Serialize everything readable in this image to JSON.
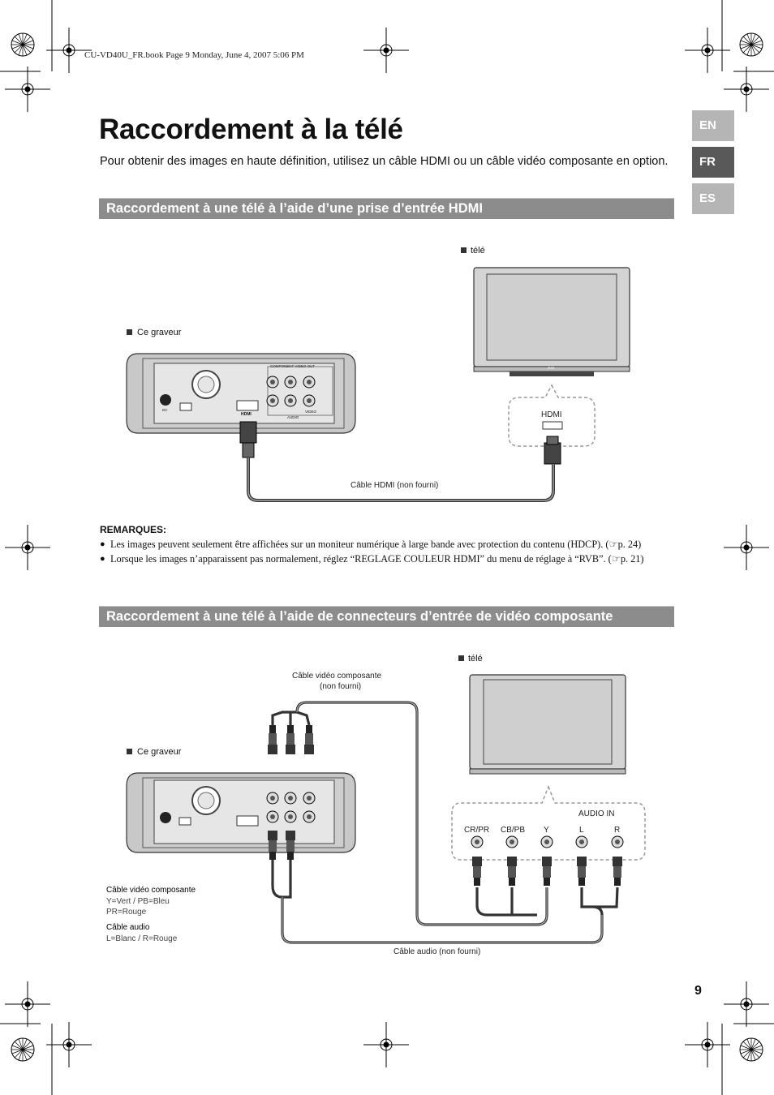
{
  "header": {
    "book_info": "CU-VD40U_FR.book  Page 9  Monday, June 4, 2007  5:06 PM",
    "title": "Raccordement à la télé",
    "intro": "Pour obtenir des images en haute définition, utilisez un câble HDMI ou un câble vidéo composante en option."
  },
  "language_tabs": [
    {
      "label": "EN",
      "active": false
    },
    {
      "label": "FR",
      "active": true
    },
    {
      "label": "ES",
      "active": false
    }
  ],
  "section_hdmi": {
    "title": "Raccordement à une télé à l’aide d’une prise d’entrée HDMI",
    "tv_label": "télé",
    "device_label": "Ce graveur",
    "hdmi_port_label": "HDMI",
    "cable_label": "Câble HDMI (non fourni)"
  },
  "remarks": {
    "title": "REMARQUES:",
    "items": [
      {
        "text": "Les images peuvent seulement être affichées sur un moniteur numérique à large bande avec protection du contenu (HDCP).",
        "ref": "p. 24"
      },
      {
        "text": "Lorsque les images n’apparaissent pas normalement, réglez “REGLAGE COULEUR HDMI” du menu de réglage à “RVB”.",
        "ref": "p. 21"
      }
    ]
  },
  "section_component": {
    "title": "Raccordement à une télé à l’aide de connecteurs d’entrée de vidéo composante",
    "tv_label": "télé",
    "device_label": "Ce graveur",
    "component_cable_top_line1": "Câble vidéo composante",
    "component_cable_top_line2": "(non fourni)",
    "audio_in_label": "AUDIO IN",
    "jacks": [
      "CR/PR",
      "CB/PB",
      "Y",
      "L",
      "R"
    ],
    "legend_component_title": "Câble vidéo composante",
    "legend_component_line1": "Y=Vert / PB=Bleu",
    "legend_component_line2": "PR=Rouge",
    "legend_audio_title": "Câble audio",
    "legend_audio_line1": "L=Blanc / R=Rouge",
    "audio_cable_label": "Câble audio (non fourni)"
  },
  "device_panel": {
    "component_out": "COMPONENT VIDEO OUT",
    "audio": "AUDIO",
    "video": "VIDEO",
    "dc": "DC",
    "hdmi": "HDMI",
    "tv_brand": "JVC"
  },
  "page_number": "9"
}
